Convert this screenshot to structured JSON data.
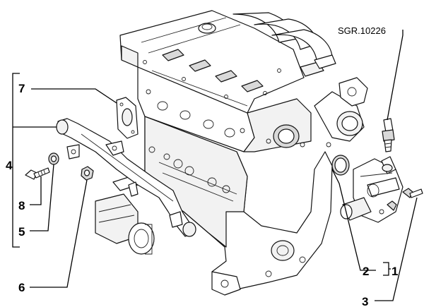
{
  "drawing": {
    "reference_code": "SGR.10226"
  },
  "callouts": {
    "c1": "1",
    "c2": "2",
    "c3": "3",
    "c4": "4",
    "c5": "5",
    "c6": "6",
    "c7": "7",
    "c8": "8"
  }
}
